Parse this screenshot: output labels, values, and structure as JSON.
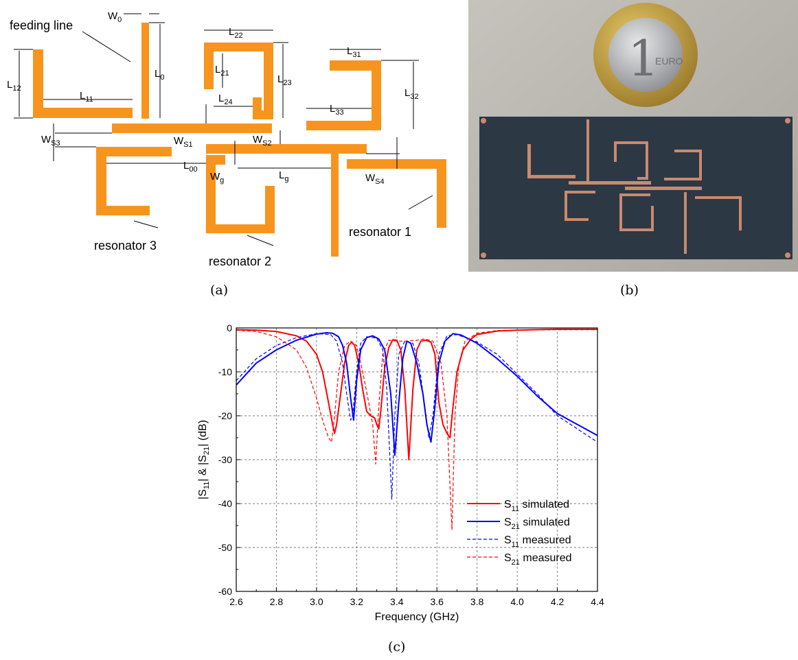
{
  "captions": {
    "a": "(a)",
    "b": "(b)",
    "c": "(c)"
  },
  "layout_labels": {
    "feeding_line": "feeding line",
    "resonator_1": "resonator 1",
    "resonator_2": "resonator 2",
    "resonator_3": "resonator 3",
    "W0": "W",
    "W0_sub": "0",
    "L0": "L",
    "L0_sub": "0",
    "L00": "L",
    "L00_sub": "00",
    "L11": "L",
    "L11_sub": "11",
    "L12": "L",
    "L12_sub": "12",
    "L21": "L",
    "L21_sub": "21",
    "L22": "L",
    "L22_sub": "22",
    "L23": "L",
    "L23_sub": "23",
    "L24": "L",
    "L24_sub": "24",
    "L31": "L",
    "L31_sub": "31",
    "L32": "L",
    "L32_sub": "32",
    "L33": "L",
    "L33_sub": "33",
    "Lg": "L",
    "Lg_sub": "g",
    "Wg": "W",
    "Wg_sub": "g",
    "WS1": "W",
    "WS1_sub": "S1",
    "WS2": "W",
    "WS2_sub": "S2",
    "WS3": "W",
    "WS3_sub": "S3",
    "WS4": "W",
    "WS4_sub": "S4"
  },
  "photo": {
    "coin_text": "1",
    "coin_euro": "EURO"
  },
  "colors": {
    "orange": "#f7941d",
    "s11": "#ff0000",
    "s21": "#0000ff"
  },
  "chart_data": {
    "type": "line",
    "xlabel": "Frequency (GHz)",
    "ylabel_main": "|S",
    "ylabel_sub1": "11",
    "ylabel_mid": "| & |S",
    "ylabel_sub2": "21",
    "ylabel_end": "| (dB)",
    "xlim": [
      2.6,
      4.4
    ],
    "ylim": [
      -60,
      0
    ],
    "xticks": [
      "2.6",
      "2.8",
      "3.0",
      "3.2",
      "3.4",
      "3.6",
      "3.8",
      "4.0",
      "4.2",
      "4.4"
    ],
    "yticks": [
      "0",
      "-10",
      "-20",
      "-30",
      "-40",
      "-50",
      "-60"
    ],
    "grid": true,
    "legend_position": "lower-right",
    "series": [
      {
        "name": "S",
        "name_sub": "11",
        "name_rest": "simulated",
        "color": "#ff0000",
        "style": "solid",
        "points": [
          [
            2.6,
            -0.4
          ],
          [
            2.7,
            -0.5
          ],
          [
            2.8,
            -0.8
          ],
          [
            2.9,
            -1.8
          ],
          [
            2.95,
            -3
          ],
          [
            3.0,
            -6
          ],
          [
            3.03,
            -10
          ],
          [
            3.06,
            -17
          ],
          [
            3.08,
            -22
          ],
          [
            3.09,
            -24
          ],
          [
            3.1,
            -22
          ],
          [
            3.12,
            -15
          ],
          [
            3.14,
            -8
          ],
          [
            3.16,
            -4
          ],
          [
            3.175,
            -3.2
          ],
          [
            3.19,
            -4
          ],
          [
            3.21,
            -8
          ],
          [
            3.23,
            -14
          ],
          [
            3.25,
            -19
          ],
          [
            3.27,
            -20
          ],
          [
            3.29,
            -20.5
          ],
          [
            3.3,
            -22
          ],
          [
            3.31,
            -23
          ],
          [
            3.32,
            -19
          ],
          [
            3.34,
            -9
          ],
          [
            3.36,
            -4.5
          ],
          [
            3.38,
            -2.7
          ],
          [
            3.4,
            -2.8
          ],
          [
            3.42,
            -5
          ],
          [
            3.44,
            -14
          ],
          [
            3.46,
            -30
          ],
          [
            3.48,
            -14
          ],
          [
            3.5,
            -5
          ],
          [
            3.52,
            -3
          ],
          [
            3.545,
            -2.8
          ],
          [
            3.57,
            -3.2
          ],
          [
            3.59,
            -6
          ],
          [
            3.61,
            -17
          ],
          [
            3.63,
            -22
          ],
          [
            3.65,
            -24
          ],
          [
            3.665,
            -25
          ],
          [
            3.68,
            -18
          ],
          [
            3.7,
            -10
          ],
          [
            3.73,
            -5
          ],
          [
            3.77,
            -2.5
          ],
          [
            3.8,
            -1.5
          ],
          [
            3.9,
            -0.7
          ],
          [
            4.0,
            -0.5
          ],
          [
            4.2,
            -0.3
          ],
          [
            4.4,
            -0.3
          ]
        ]
      },
      {
        "name": "S",
        "name_sub": "21",
        "name_rest": "simulated",
        "color": "#0000ff",
        "style": "solid",
        "points": [
          [
            2.6,
            -13
          ],
          [
            2.7,
            -8
          ],
          [
            2.8,
            -5
          ],
          [
            2.9,
            -2.8
          ],
          [
            3.0,
            -1.4
          ],
          [
            3.05,
            -1.1
          ],
          [
            3.08,
            -1.2
          ],
          [
            3.11,
            -2
          ],
          [
            3.13,
            -4
          ],
          [
            3.15,
            -8
          ],
          [
            3.17,
            -16
          ],
          [
            3.185,
            -21
          ],
          [
            3.2,
            -12
          ],
          [
            3.22,
            -5
          ],
          [
            3.25,
            -2.2
          ],
          [
            3.28,
            -1.8
          ],
          [
            3.31,
            -2.5
          ],
          [
            3.34,
            -5
          ],
          [
            3.37,
            -15
          ],
          [
            3.39,
            -29
          ],
          [
            3.41,
            -17
          ],
          [
            3.43,
            -7
          ],
          [
            3.45,
            -3
          ],
          [
            3.47,
            -3.5
          ],
          [
            3.5,
            -8
          ],
          [
            3.53,
            -15
          ],
          [
            3.55,
            -22
          ],
          [
            3.57,
            -26
          ],
          [
            3.59,
            -18
          ],
          [
            3.61,
            -8
          ],
          [
            3.64,
            -3
          ],
          [
            3.68,
            -1.3
          ],
          [
            3.72,
            -1.6
          ],
          [
            3.8,
            -3.5
          ],
          [
            3.9,
            -7
          ],
          [
            4.0,
            -11
          ],
          [
            4.1,
            -15.5
          ],
          [
            4.2,
            -19.5
          ],
          [
            4.3,
            -22
          ],
          [
            4.4,
            -24.5
          ]
        ]
      },
      {
        "name": "S",
        "name_sub": "11",
        "name_rest": "measured",
        "color": "#0000ff",
        "style": "dashed",
        "points": [
          [
            2.6,
            -12
          ],
          [
            2.7,
            -7
          ],
          [
            2.8,
            -4
          ],
          [
            2.9,
            -2.2
          ],
          [
            3.0,
            -1.3
          ],
          [
            3.07,
            -1.5
          ],
          [
            3.1,
            -3
          ],
          [
            3.13,
            -8
          ],
          [
            3.15,
            -15
          ],
          [
            3.17,
            -21
          ],
          [
            3.18,
            -20
          ],
          [
            3.2,
            -10
          ],
          [
            3.22,
            -3.5
          ],
          [
            3.25,
            -2
          ],
          [
            3.3,
            -2.3
          ],
          [
            3.33,
            -5
          ],
          [
            3.35,
            -14
          ],
          [
            3.375,
            -39
          ],
          [
            3.39,
            -20
          ],
          [
            3.41,
            -6
          ],
          [
            3.44,
            -3
          ],
          [
            3.48,
            -3.5
          ],
          [
            3.51,
            -8
          ],
          [
            3.54,
            -18
          ],
          [
            3.56,
            -25
          ],
          [
            3.58,
            -20
          ],
          [
            3.61,
            -6
          ],
          [
            3.65,
            -1.8
          ],
          [
            3.7,
            -1.5
          ],
          [
            3.8,
            -3.2
          ],
          [
            3.9,
            -6
          ],
          [
            4.0,
            -10.5
          ],
          [
            4.1,
            -15
          ],
          [
            4.2,
            -20
          ],
          [
            4.3,
            -23
          ],
          [
            4.4,
            -26
          ]
        ]
      },
      {
        "name": "S",
        "name_sub": "21",
        "name_rest": "measured",
        "color": "#ff0000",
        "style": "dashed",
        "points": [
          [
            2.6,
            -0.5
          ],
          [
            2.7,
            -0.8
          ],
          [
            2.8,
            -2
          ],
          [
            2.9,
            -5
          ],
          [
            2.95,
            -9
          ],
          [
            3.0,
            -16
          ],
          [
            3.03,
            -21
          ],
          [
            3.06,
            -25
          ],
          [
            3.075,
            -26
          ],
          [
            3.09,
            -20
          ],
          [
            3.11,
            -10
          ],
          [
            3.14,
            -4
          ],
          [
            3.17,
            -3
          ],
          [
            3.2,
            -4
          ],
          [
            3.23,
            -10
          ],
          [
            3.26,
            -17
          ],
          [
            3.28,
            -22
          ],
          [
            3.295,
            -31
          ],
          [
            3.31,
            -18
          ],
          [
            3.33,
            -6
          ],
          [
            3.36,
            -2.8
          ],
          [
            3.4,
            -3
          ],
          [
            3.45,
            -3
          ],
          [
            3.5,
            -2.8
          ],
          [
            3.54,
            -2.5
          ],
          [
            3.58,
            -3
          ],
          [
            3.62,
            -8
          ],
          [
            3.65,
            -20
          ],
          [
            3.675,
            -46
          ],
          [
            3.69,
            -20
          ],
          [
            3.71,
            -8
          ],
          [
            3.74,
            -3
          ],
          [
            3.8,
            -1.2
          ],
          [
            3.9,
            -0.6
          ],
          [
            4.0,
            -0.5
          ],
          [
            4.2,
            -0.4
          ],
          [
            4.4,
            -0.4
          ]
        ]
      }
    ]
  }
}
